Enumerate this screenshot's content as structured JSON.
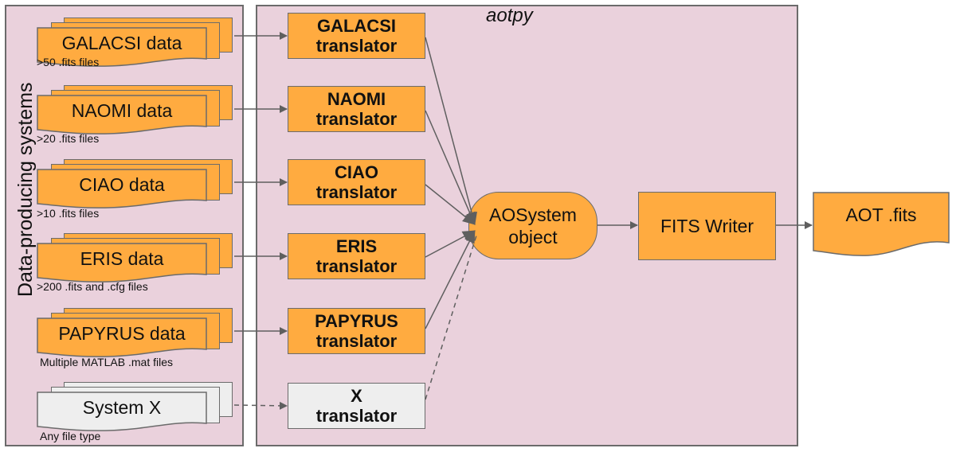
{
  "left_panel": {
    "label": "Data-producing systems",
    "systems": [
      {
        "name": "GALACSI data",
        "files": ">50 .fits files",
        "style": "orange"
      },
      {
        "name": "NAOMI data",
        "files": ">20 .fits files",
        "style": "orange"
      },
      {
        "name": "CIAO data",
        "files": ">10 .fits files",
        "style": "orange"
      },
      {
        "name": "ERIS data",
        "files": ">200 .fits and .cfg files",
        "style": "orange"
      },
      {
        "name": "PAPYRUS data",
        "files": "Multiple MATLAB .mat files",
        "style": "orange"
      },
      {
        "name": "System X",
        "files": "Any file type",
        "style": "grey"
      }
    ]
  },
  "right_panel": {
    "title": "aotpy",
    "translators": [
      {
        "line1": "GALACSI",
        "line2": "translator",
        "style": "orange"
      },
      {
        "line1": "NAOMI",
        "line2": "translator",
        "style": "orange"
      },
      {
        "line1": "CIAO",
        "line2": "translator",
        "style": "orange"
      },
      {
        "line1": "ERIS",
        "line2": "translator",
        "style": "orange"
      },
      {
        "line1": "PAPYRUS",
        "line2": "translator",
        "style": "orange"
      },
      {
        "line1": "X",
        "line2": "translator",
        "style": "grey"
      }
    ],
    "aosystem": {
      "line1": "AOSystem",
      "line2": "object"
    },
    "fits_writer": "FITS Writer"
  },
  "output": {
    "label": "AOT .fits"
  },
  "colors": {
    "orange": "#ffab40",
    "grey": "#eeeeee",
    "panel": "#ead1dc",
    "stroke": "#5f5f5f"
  }
}
